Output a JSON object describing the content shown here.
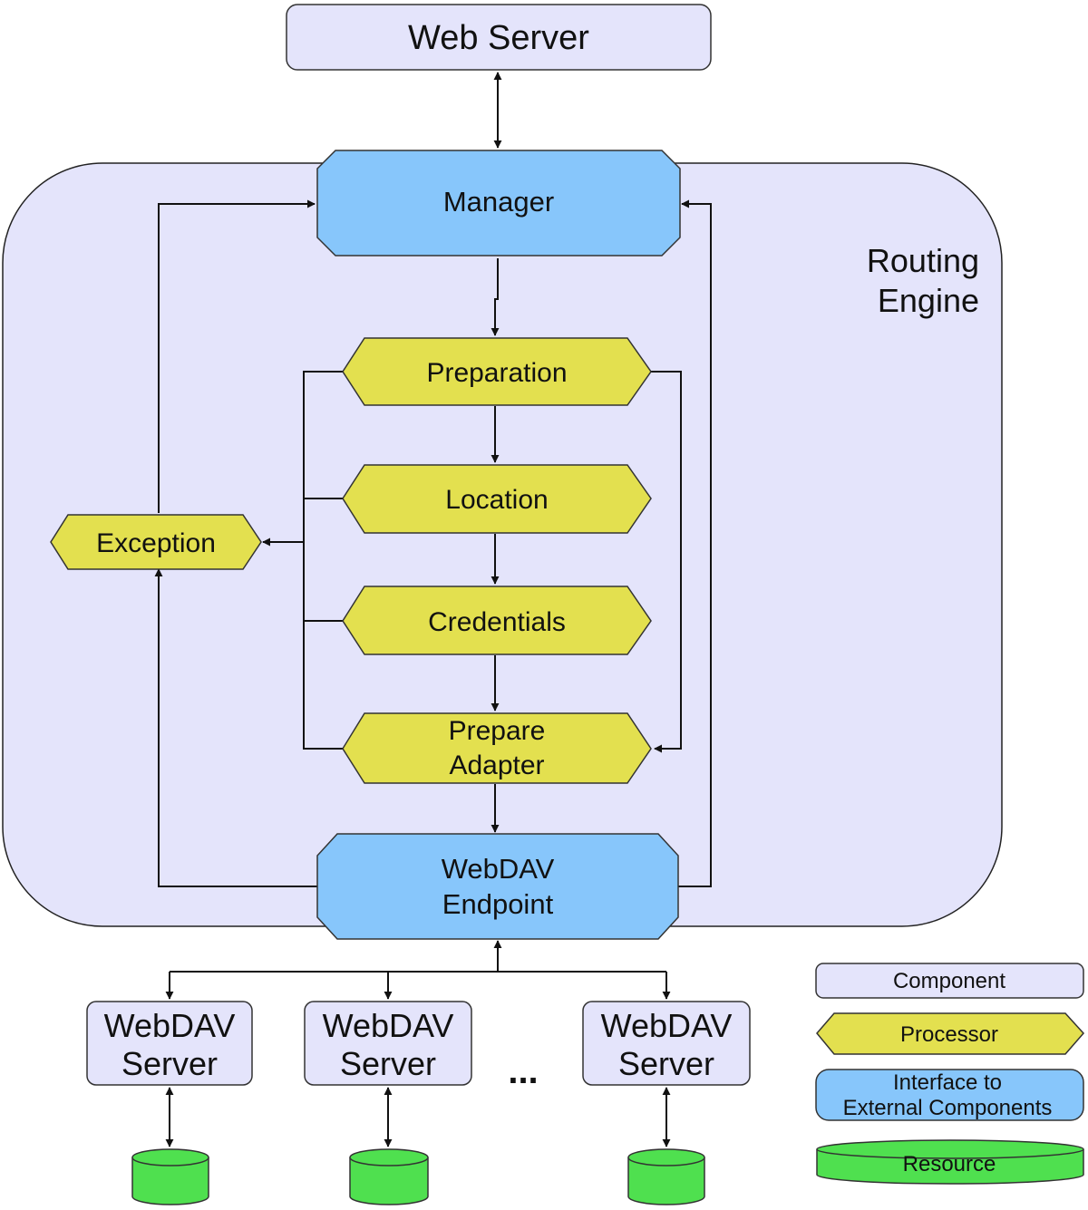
{
  "colors": {
    "component_fill": "#e4e4fb",
    "processor_fill": "#e3e04f",
    "interface_fill": "#87c6fb",
    "resource_fill": "#4fe04f",
    "line": "#111111"
  },
  "nodes": {
    "web_server": {
      "label": "Web Server",
      "kind": "component"
    },
    "routing_engine": {
      "line1": "Routing",
      "line2": "Engine",
      "kind": "container"
    },
    "manager": {
      "label": "Manager",
      "kind": "interface"
    },
    "preparation": {
      "label": "Preparation",
      "kind": "processor"
    },
    "location": {
      "label": "Location",
      "kind": "processor"
    },
    "credentials": {
      "label": "Credentials",
      "kind": "processor"
    },
    "prepare_adapter": {
      "line1": "Prepare",
      "line2": "Adapter",
      "kind": "processor"
    },
    "exception": {
      "label": "Exception",
      "kind": "processor"
    },
    "webdav_endpoint": {
      "line1": "WebDAV",
      "line2": "Endpoint",
      "kind": "interface"
    },
    "webdav_servers": [
      {
        "line1": "WebDAV",
        "line2": "Server",
        "kind": "component"
      },
      {
        "line1": "WebDAV",
        "line2": "Server",
        "kind": "component"
      },
      {
        "line1": "WebDAV",
        "line2": "Server",
        "kind": "component"
      }
    ],
    "ellipsis": "..."
  },
  "legend": {
    "component": "Component",
    "processor": "Processor",
    "interface_line1": "Interface to",
    "interface_line2": "External Components",
    "resource": "Resource"
  }
}
